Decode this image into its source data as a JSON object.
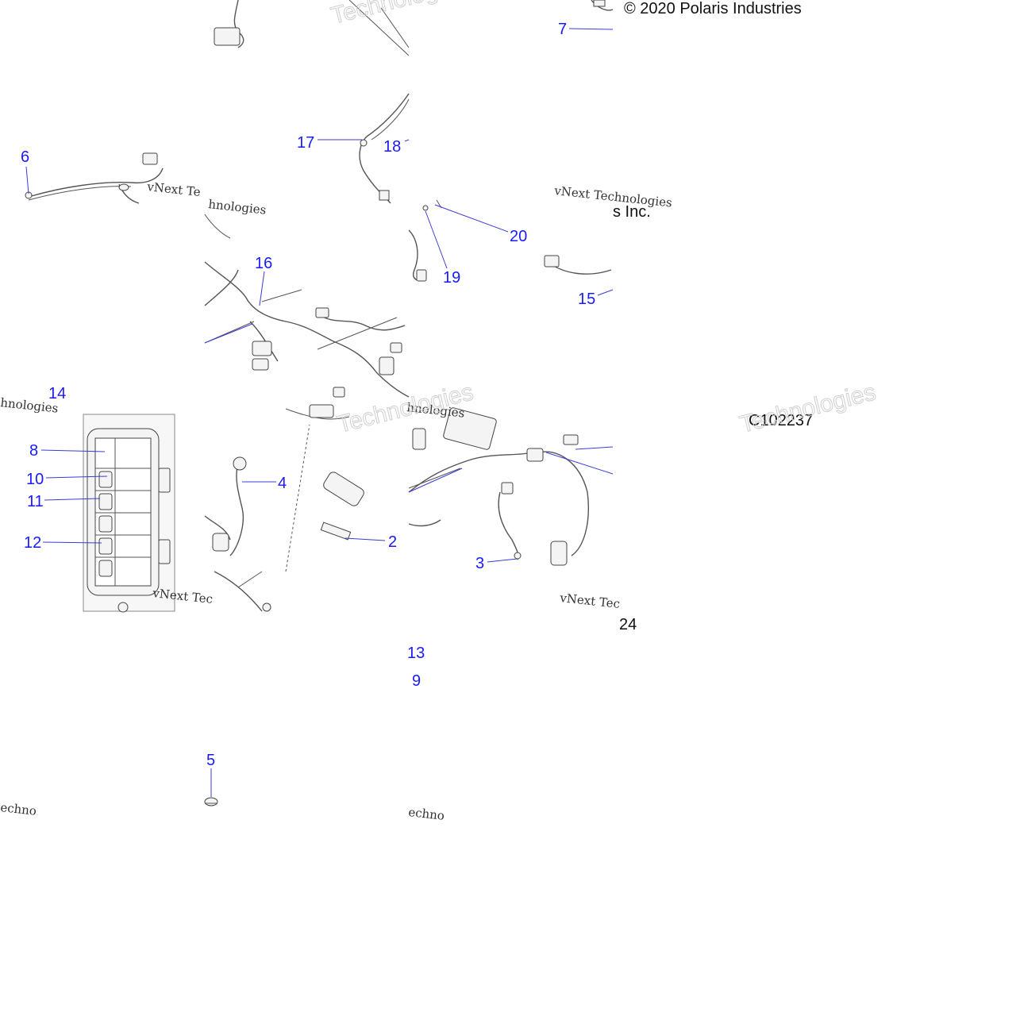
{
  "copyright": "© 2020 Polaris Industries",
  "copyright_tail": "s Inc.",
  "figure_code": "C102237",
  "watermark": {
    "brand": "vNext Technologies",
    "short_a": "vNext Te",
    "short_b": "vNext Tec",
    "fragment_a": "hnologies",
    "fragment_b": "Technologies",
    "fragment_c": "echno"
  },
  "callouts": {
    "c2": "2",
    "c3": "3",
    "c4": "4",
    "c5": "5",
    "c6": "6",
    "c7": "7",
    "c8": "8",
    "c9": "9",
    "c10": "10",
    "c11": "11",
    "c12": "12",
    "c13": "13",
    "c14": "14",
    "c15": "15",
    "c16": "16",
    "c17": "17",
    "c18": "18",
    "c19": "19",
    "c20": "20",
    "c24": "24"
  }
}
